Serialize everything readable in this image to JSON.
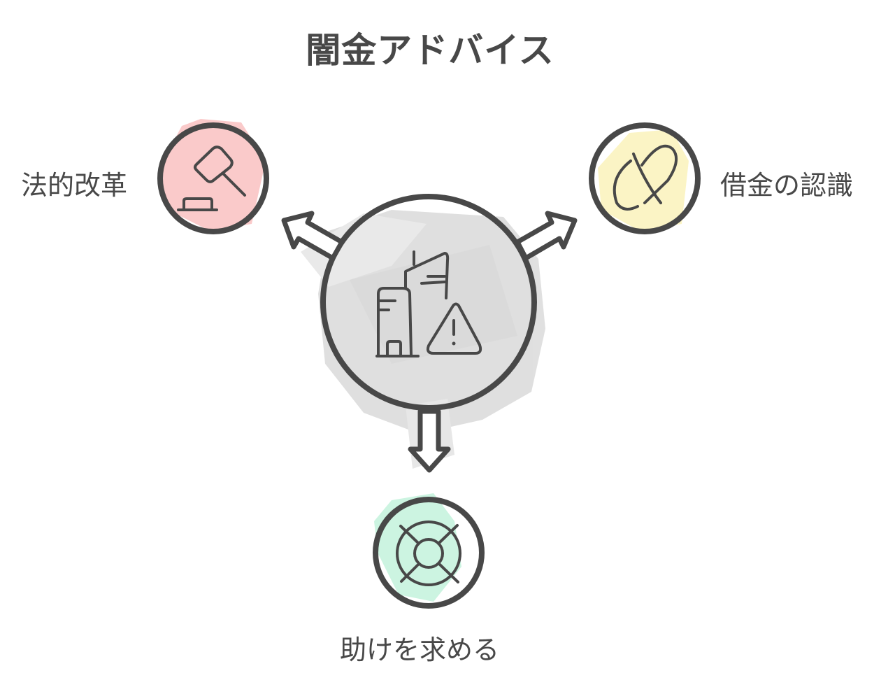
{
  "title": "闇金アドバイス",
  "center": {
    "icon": "building-warning-icon",
    "fill_color": "#dcdcdc"
  },
  "nodes": [
    {
      "label": "法的改革",
      "icon": "gavel-icon",
      "fill_color": "#f9c4c4",
      "position": "left"
    },
    {
      "label": "借金の認識",
      "icon": "pill-capsule-icon",
      "fill_color": "#fbf3c2",
      "position": "right"
    },
    {
      "label": "助けを求める",
      "icon": "lifebuoy-icon",
      "fill_color": "#c9f3df",
      "position": "bottom"
    }
  ],
  "colors": {
    "stroke": "#484848",
    "text": "#484848",
    "background": "#ffffff"
  }
}
